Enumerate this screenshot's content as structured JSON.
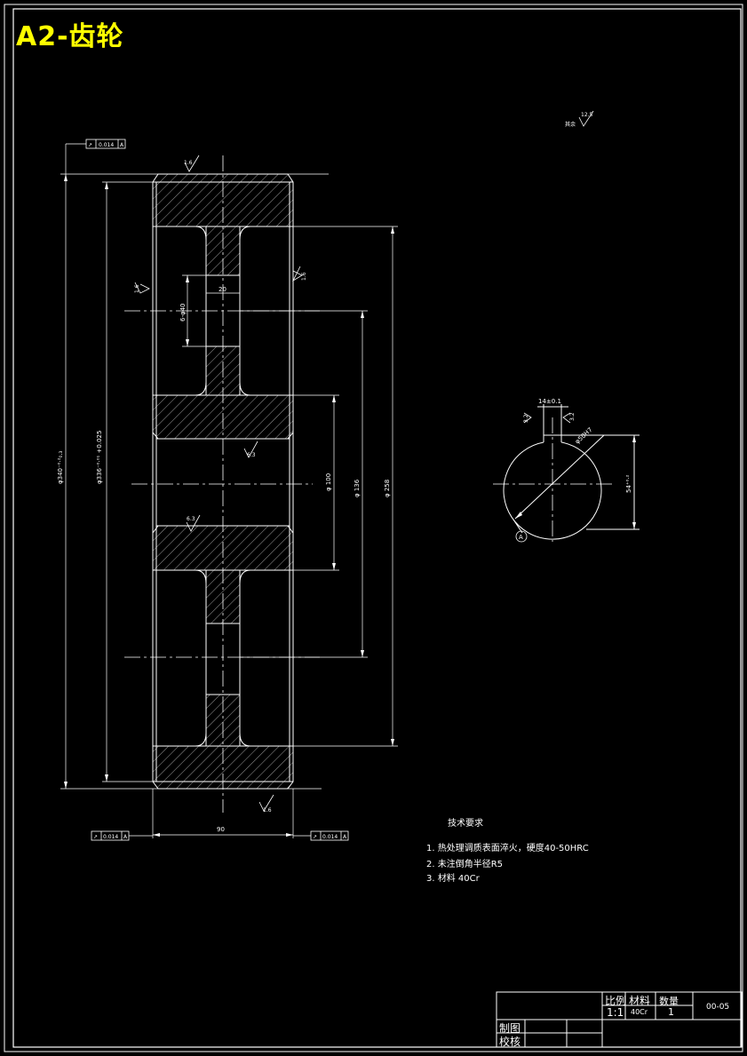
{
  "title": "A2-齿轮",
  "roughness_other": {
    "symbol_value": "12.5",
    "label": "其余"
  },
  "tolerance_frames": [
    {
      "id": "tf-top",
      "symbol": "↗",
      "value": "0.014",
      "datum": "A"
    },
    {
      "id": "tf-bottom-left",
      "symbol": "↗",
      "value": "0.014",
      "datum": "A"
    },
    {
      "id": "tf-bottom-right",
      "symbol": "↗",
      "value": "0.014",
      "datum": "A"
    }
  ],
  "dimensions": {
    "outer_diameter": "φ340⁻⁰·²₀.₃",
    "root_diameter": "φ336⁻⁰·⁰¹  +0.025",
    "hub_bore": "φ 100",
    "hub_outer": "φ 136",
    "rim_inner": "φ 258",
    "web_holes": "6-φ40",
    "web_thickness": "20",
    "face_width": "90",
    "keyway_width": "14±0.1",
    "keyway_depth": "54⁺⁰·²",
    "bore_section": "φ50H7"
  },
  "roughness_marks": [
    "1.6",
    "1.6",
    "1.6",
    "6.3",
    "6.3",
    "1.6",
    "3.2",
    "3.2"
  ],
  "datum_label": "A",
  "tech_requirements": {
    "title": "技术要求",
    "items": [
      "1. 热处理调质表面淬火，硬度40-50HRC",
      "2. 未注倒角半径R5",
      "3. 材料 40Cr"
    ]
  },
  "title_block": {
    "scale_label": "比例",
    "material_label": "材料",
    "quantity_label": "数量",
    "scale": "1:1",
    "material": "40Cr",
    "quantity": "1",
    "drawing_no": "00-05",
    "drawn_by": "制图",
    "checked_by": "校核"
  },
  "colors": {
    "background": "#000000",
    "lines": "#ffffff",
    "title": "#ffff00"
  }
}
